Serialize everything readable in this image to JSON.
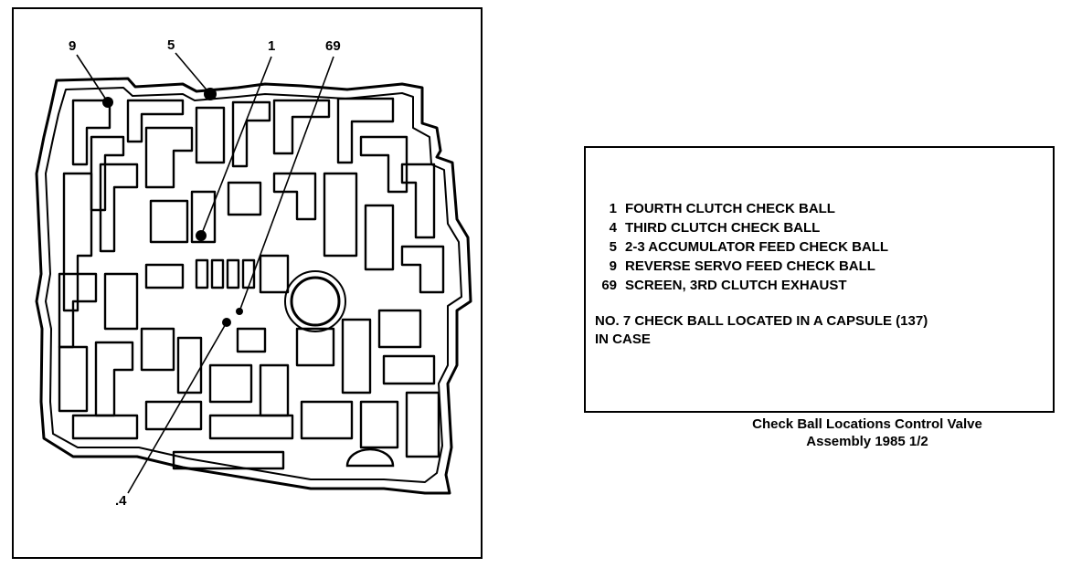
{
  "diagram": {
    "callouts": {
      "c9": "9",
      "c5": "5",
      "c1": "1",
      "c69": "69",
      "c4": ".4"
    }
  },
  "legend": {
    "items": [
      {
        "number": "1",
        "text": "FOURTH CLUTCH CHECK BALL"
      },
      {
        "number": "4",
        "text": "THIRD CLUTCH CHECK BALL"
      },
      {
        "number": "5",
        "text": "2-3 ACCUMULATOR FEED CHECK BALL"
      },
      {
        "number": "9",
        "text": "REVERSE SERVO FEED CHECK BALL"
      },
      {
        "number": "69",
        "text": "SCREEN, 3RD CLUTCH EXHAUST"
      }
    ],
    "note_line1": "NO. 7 CHECK BALL LOCATED IN A CAPSULE (137)",
    "note_line2": "IN CASE"
  },
  "caption": {
    "line1": "Check Ball Locations Control Valve",
    "line2": "Assembly 1985 1/2"
  }
}
